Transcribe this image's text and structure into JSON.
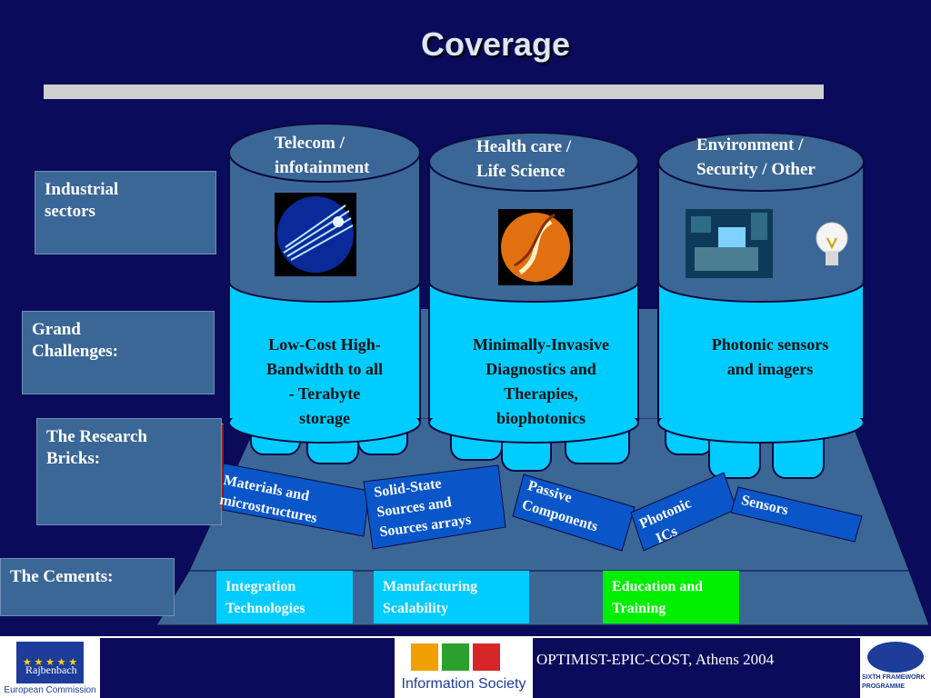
{
  "title": "Coverage",
  "rows": {
    "industrial": "Industrial sectors",
    "grand_1": "Grand",
    "grand_2": "Challenges:",
    "research_1": "The Research",
    "research_2": "Bricks:",
    "cements": "The Cements:"
  },
  "cylinders": [
    {
      "top_1": "Telecom /",
      "top_2": "infotainment",
      "mid_1": "Low-Cost High-",
      "mid_2": "Bandwidth to all",
      "mid_3": "- Terabyte",
      "mid_4": "storage"
    },
    {
      "top_1": "Health care /",
      "top_2": "Life Science",
      "mid_1": "Minimally-Invasive",
      "mid_2": "Diagnostics and",
      "mid_3": "Therapies,",
      "mid_4": "biophotonics"
    },
    {
      "top_1": "Environment /",
      "top_2": "Security / Other",
      "mid_1": "Photonic sensors",
      "mid_2": "and imagers"
    }
  ],
  "bricks": [
    {
      "line_1": "Materials and",
      "line_2": "microstructures"
    },
    {
      "line_1": "Solid-State",
      "line_2": "Sources and",
      "line_3": "Sources arrays"
    },
    {
      "line_1": "Passive",
      "line_2": "Components"
    },
    {
      "line_1": "Photonic",
      "line_2": "ICs"
    },
    {
      "line_1": "Sensors"
    }
  ],
  "cements": [
    {
      "line_1": "Integration",
      "line_2": "Technologies",
      "color": "#00ccff"
    },
    {
      "line_1": "Manufacturing",
      "line_2": "Scalability",
      "color": "#00ccff"
    },
    {
      "line_1": "Education and",
      "line_2": "Training",
      "color": "#00ee00"
    }
  ],
  "footer": {
    "author": "Rajbenbach",
    "eu_label": "European Commission",
    "info_society": "Information Society",
    "event": "OPTIMIST-EPIC-COST, Athens 2004",
    "fp6_1": "SIXTH FRAMEWORK",
    "fp6_2": "PROGRAMME"
  },
  "colors": {
    "background": "#0b0b5c",
    "cylinder_body": "#3b6796",
    "cylinder_mid": "#00ccff",
    "platform": "#3b6796",
    "brick": "#0a56c8"
  }
}
